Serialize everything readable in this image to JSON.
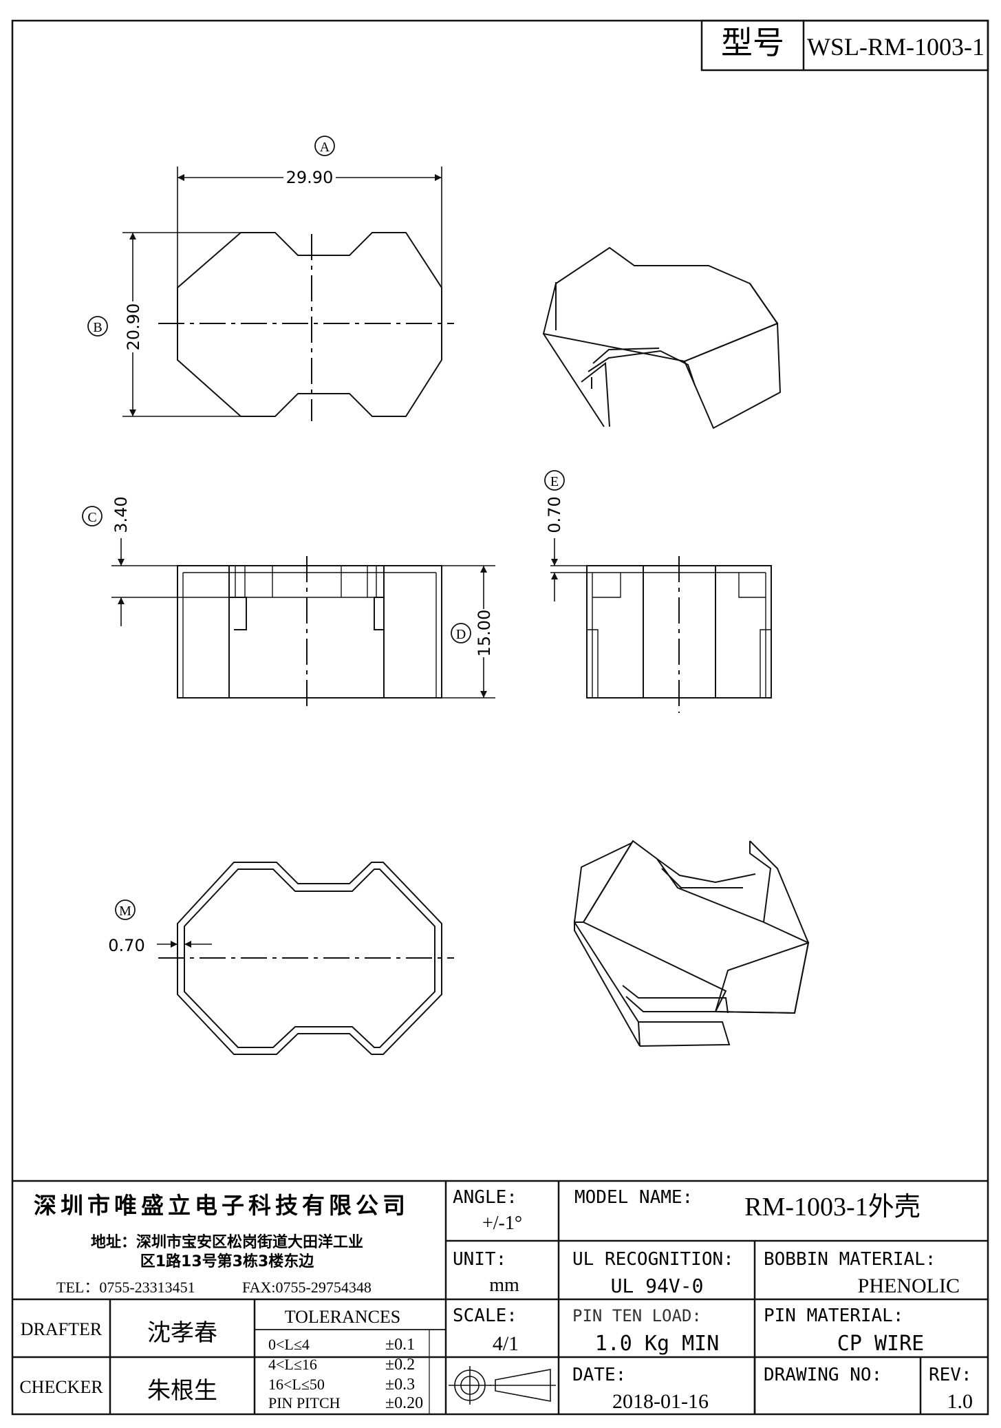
{
  "header": {
    "model_label": "型号",
    "model_number": "WSL-RM-1003-1"
  },
  "dimensions": {
    "a": {
      "mark": "A",
      "value": "29.90"
    },
    "b": {
      "mark": "B",
      "value": "20.90"
    },
    "c": {
      "mark": "C",
      "value": "3.40"
    },
    "d": {
      "mark": "D",
      "value": "15.00"
    },
    "e": {
      "mark": "E",
      "value": "0.70"
    },
    "m": {
      "mark": "M",
      "value": "0.70"
    }
  },
  "company": {
    "name": "深圳市唯盛立电子科技有限公司",
    "address_line1": "地址：深圳市宝安区松岗街道大田洋工业",
    "address_line2": "区1路13号第3栋3楼东边",
    "tel": "TEL：0755-23313451",
    "fax": "FAX:0755-29754348"
  },
  "title_block": {
    "angle_label": "ANGLE:",
    "angle_value": "+/-1°",
    "model_name_label": "MODEL NAME:",
    "model_name_value": "RM-1003-1外壳",
    "unit_label": "UNIT:",
    "unit_value": "mm",
    "ul_label": "UL RECOGNITION:",
    "ul_value": "UL 94V-0",
    "bobbin_label": "BOBBIN MATERIAL:",
    "bobbin_value": "PHENOLIC",
    "drafter_label": "DRAFTER",
    "drafter_value": "沈孝春",
    "checker_label": "CHECKER",
    "checker_value": "朱根生",
    "tolerances_label": "TOLERANCES",
    "tolerances": [
      {
        "range": "0<L≤4",
        "value": "±0.1"
      },
      {
        "range": "4<L≤16",
        "value": "±0.2"
      },
      {
        "range": "16<L≤50",
        "value": "±0.3"
      },
      {
        "range": "PIN PITCH",
        "value": "±0.20"
      }
    ],
    "scale_label": "SCALE:",
    "scale_value": "4/1",
    "pin_ten_label": "PIN TEN LOAD:",
    "pin_ten_value": "1.0 Kg MIN",
    "pin_material_label": "PIN MATERIAL:",
    "pin_material_value": "CP WIRE",
    "date_label": "DATE:",
    "date_value": "2018-01-16",
    "drawing_no_label": "DRAWING NO:",
    "drawing_no_value": "",
    "rev_label": "REV:",
    "rev_value": "1.0"
  }
}
